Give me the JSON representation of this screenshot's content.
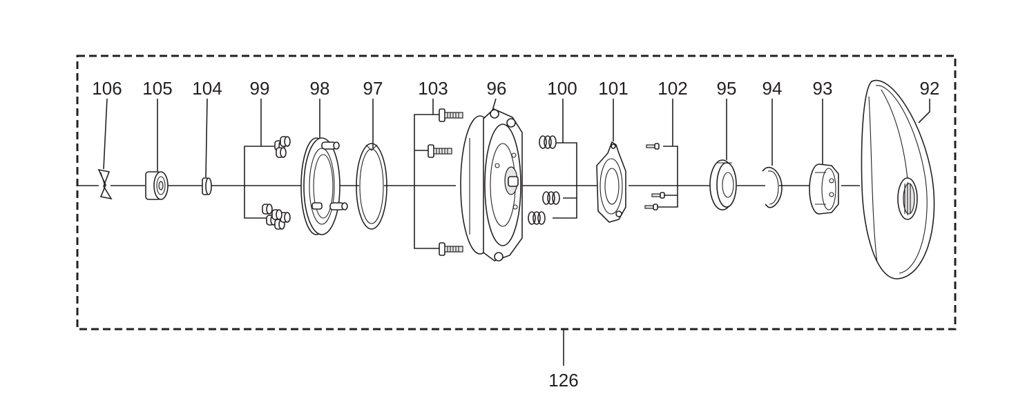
{
  "diagram": {
    "assembly_label": "126",
    "part_labels": {
      "p106": "106",
      "p105": "105",
      "p104": "104",
      "p99": "99",
      "p98": "98",
      "p97": "97",
      "p103": "103",
      "p96": "96",
      "p100": "100",
      "p101": "101",
      "p102": "102",
      "p95": "95",
      "p94": "94",
      "p93": "93",
      "p92": "92"
    }
  }
}
